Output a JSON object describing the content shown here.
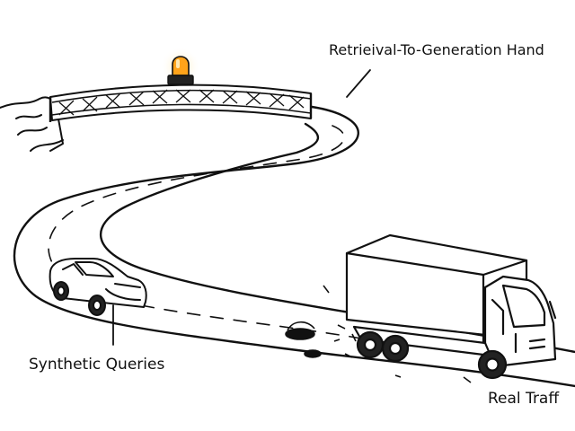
{
  "labels": {
    "bridge_handoff": "Retrieival-To-Generation Hand",
    "synthetic_queries": "Synthetic Queries",
    "real_traffic": "Real Traff"
  },
  "colors": {
    "ink": "#111111",
    "beacon": "#ffa31a",
    "beacon_glow": "#ffd27a",
    "paper": "#ffffff"
  },
  "icons": [
    "bridge-illustration",
    "warning-beacon-icon",
    "winding-road",
    "car-illustration",
    "truck-illustration",
    "pothole-icon"
  ]
}
